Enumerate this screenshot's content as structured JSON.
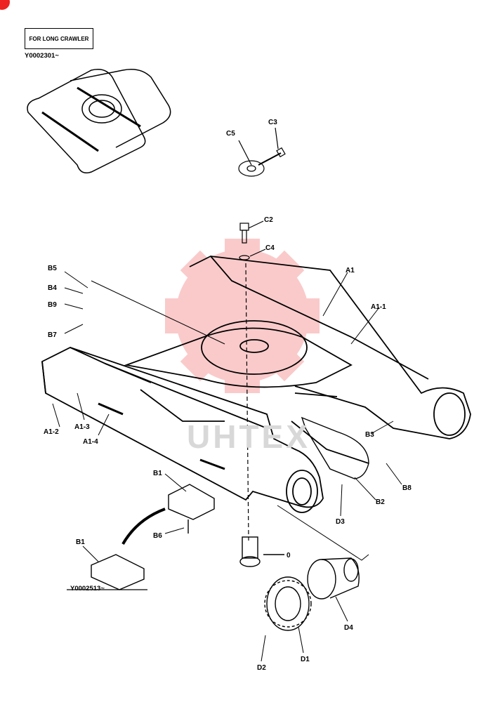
{
  "notes": {
    "long_crawler": "FOR LONG CRAWLER",
    "serial_top": "Y0002301~",
    "serial_bottom": "Y0002513~"
  },
  "watermark": "UHTEX",
  "colors": {
    "watermark_gear": "#f26b6b",
    "line": "#000000"
  },
  "callouts": {
    "C5": "C5",
    "C3": "C3",
    "C2": "C2",
    "C4": "C4",
    "A1": "A1",
    "A1_1": "A1-1",
    "A1_2": "A1-2",
    "A1_3": "A1-3",
    "A1_4": "A1-4",
    "B5": "B5",
    "B4": "B4",
    "B9": "B9",
    "B7": "B7",
    "B3": "B3",
    "B8": "B8",
    "B2": "B2",
    "B1": "B1",
    "B1b": "B1",
    "B6": "B6",
    "D3": "D3",
    "D4": "D4",
    "D1": "D1",
    "D2": "D2",
    "O": "0"
  }
}
